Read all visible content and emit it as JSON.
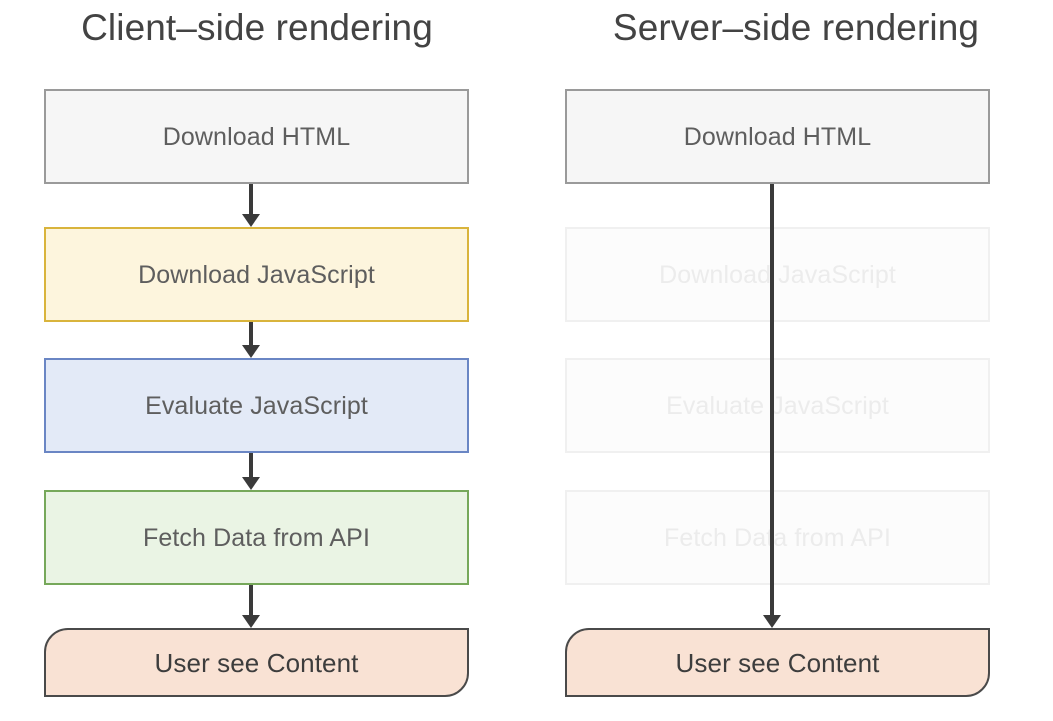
{
  "diagram": {
    "title_glyph_note": "en-dash style connector",
    "columns": [
      {
        "id": "client-side",
        "title": "Client–side rendering",
        "steps": [
          {
            "label": "Download HTML",
            "style": "gray",
            "state": "active"
          },
          {
            "label": "Download JavaScript",
            "style": "yellow",
            "state": "active"
          },
          {
            "label": "Evaluate JavaScript",
            "style": "blue",
            "state": "active"
          },
          {
            "label": "Fetch Data from API",
            "style": "green",
            "state": "active"
          },
          {
            "label": "User see Content",
            "style": "pink",
            "state": "active"
          }
        ],
        "flow": "sequential"
      },
      {
        "id": "server-side",
        "title": "Server–side rendering",
        "steps": [
          {
            "label": "Download HTML",
            "style": "gray",
            "state": "active"
          },
          {
            "label": "Download JavaScript",
            "style": "ghost",
            "state": "skipped"
          },
          {
            "label": "Evaluate JavaScript",
            "style": "ghost",
            "state": "skipped"
          },
          {
            "label": "Fetch Data from API",
            "style": "ghost",
            "state": "skipped"
          },
          {
            "label": "User see Content",
            "style": "pink",
            "state": "active"
          }
        ],
        "flow": "direct"
      }
    ]
  },
  "colors": {
    "background": "#ffffff",
    "title_text": "#434343",
    "node_text": "#5e5e5e",
    "ghost_text": "#ececec",
    "arrow": "#3a3a3a",
    "gray_fill": "#f6f6f6",
    "gray_border": "#9a9a9a",
    "yellow_fill": "#fdf5dd",
    "yellow_border": "#d9b43c",
    "blue_fill": "#e3eaf7",
    "blue_border": "#6a86c4",
    "green_fill": "#eaf4e4",
    "green_border": "#76a85a",
    "pink_fill": "#f9e2d4",
    "pink_border": "#4a4a4a",
    "ghost_fill": "#fcfcfc",
    "ghost_border": "#f0f0f0"
  }
}
